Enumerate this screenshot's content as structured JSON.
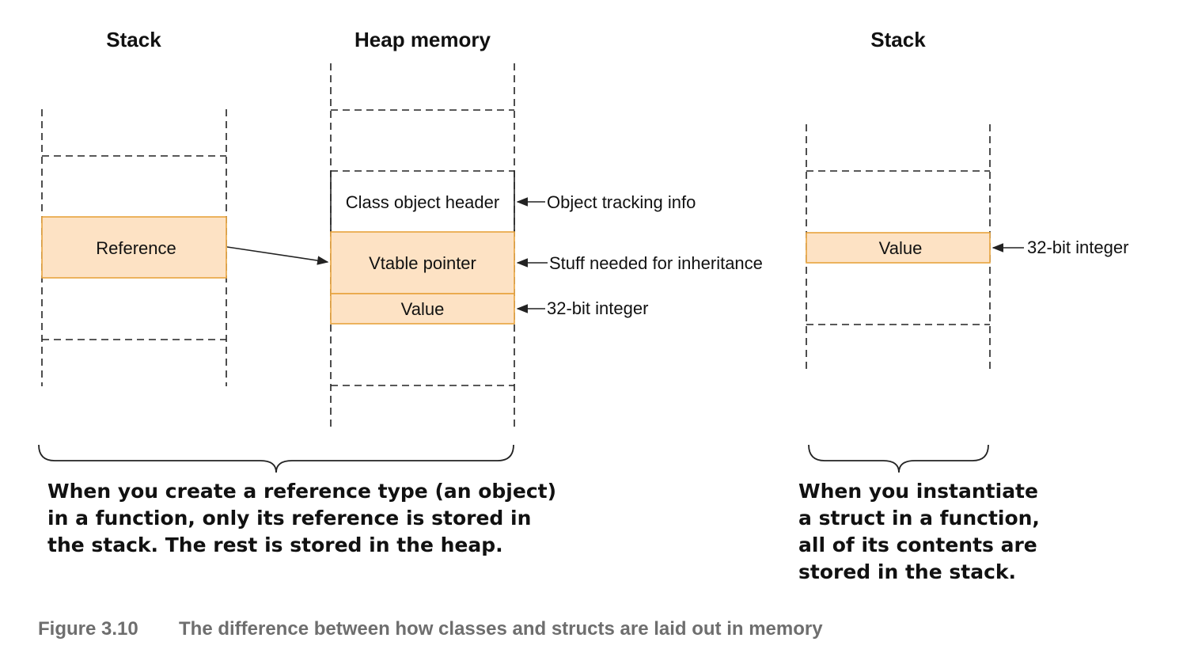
{
  "colors": {
    "highlight_fill": "#fde2c4",
    "highlight_border": "#e8a33d",
    "line": "#222222",
    "caption": "#6e6e6e"
  },
  "left_stack": {
    "heading": "Stack",
    "reference_label": "Reference"
  },
  "heap": {
    "heading": "Heap memory",
    "header_label": "Class object header",
    "vtable_label": "Vtable pointer",
    "value_label": "Value",
    "header_annotation": "Object tracking info",
    "vtable_annotation": "Stuff needed for inheritance",
    "value_annotation": "32-bit integer"
  },
  "right_stack": {
    "heading": "Stack",
    "value_label": "Value",
    "value_annotation": "32-bit integer"
  },
  "notes": {
    "class_note": [
      "When you create a reference type (an object)",
      "in a function, only its reference is stored in",
      "the stack. The rest is stored in the heap."
    ],
    "struct_note": [
      "When you instantiate",
      "a struct in a function,",
      "all of its contents are",
      "stored in the stack."
    ]
  },
  "caption": {
    "figure_number": "Figure 3.10",
    "text": "The difference between how classes and structs are laid out in memory"
  }
}
